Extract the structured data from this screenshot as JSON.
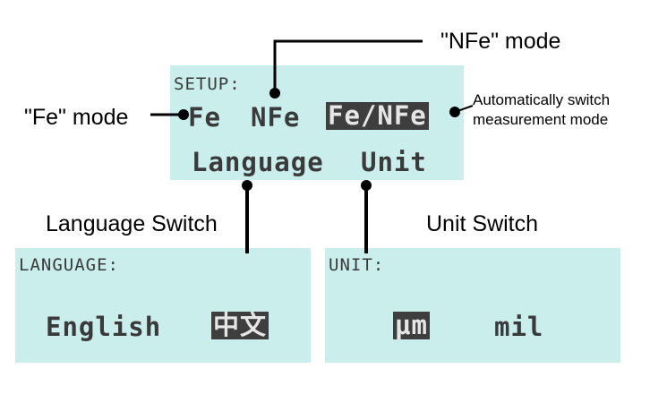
{
  "setup_screen": {
    "title": "SETUP:",
    "options": [
      "Fe",
      "NFe",
      "Fe/NFe"
    ],
    "selected": "Fe/NFe",
    "menu": [
      "Language",
      "Unit"
    ]
  },
  "language_screen": {
    "title": "LANGUAGE:",
    "options": [
      "English",
      "中文"
    ],
    "selected": "中文"
  },
  "unit_screen": {
    "title": "UNIT:",
    "options": [
      "μm",
      "mil"
    ],
    "selected": "μm"
  },
  "callouts": {
    "nfe_mode": "\"NFe\" mode",
    "fe_mode": "\"Fe\" mode",
    "auto_switch_line1": "Automatically switch",
    "auto_switch_line2": "measurement mode",
    "language_switch": "Language Switch",
    "unit_switch": "Unit Switch"
  },
  "colors": {
    "lcd_background": "#c9eeec",
    "lcd_text": "#3a3a3a",
    "highlight_background": "#3e3e3e",
    "connector": "#000000"
  }
}
